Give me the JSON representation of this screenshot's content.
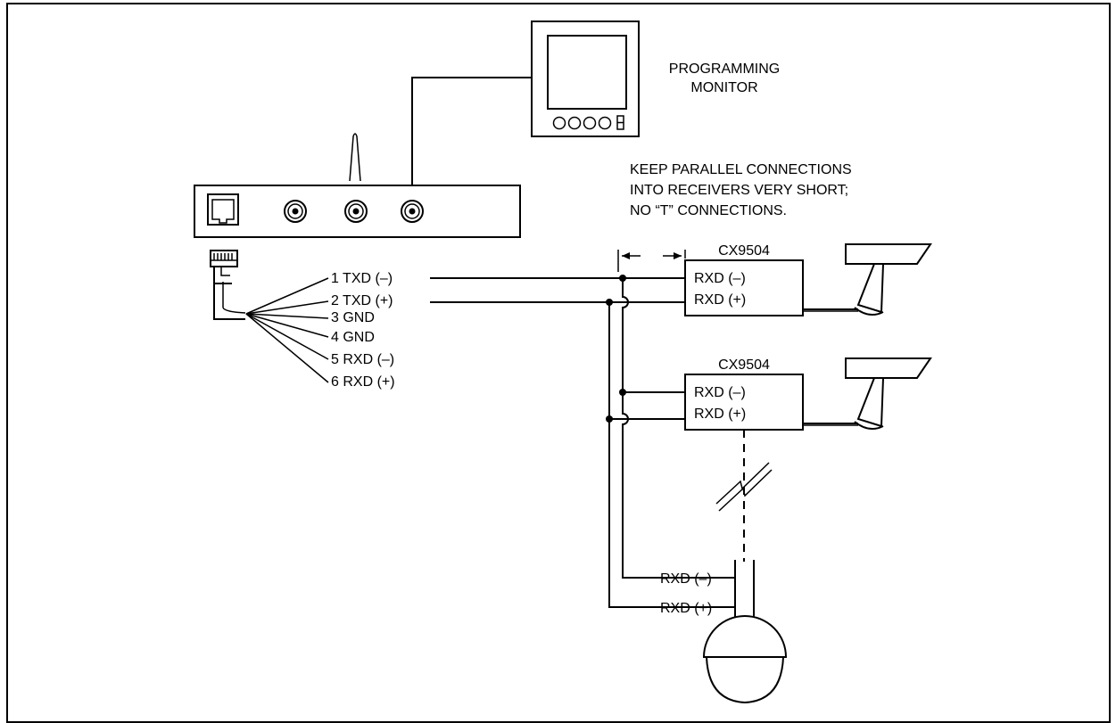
{
  "monitor": {
    "label_line1": "PROGRAMMING",
    "label_line2": "MONITOR"
  },
  "note": {
    "line1": "KEEP PARALLEL CONNECTIONS",
    "line2": "INTO RECEIVERS VERY SHORT;",
    "line3": "NO “T” CONNECTIONS."
  },
  "connector_pins": [
    "1 TXD (–)",
    "2 TXD (+)",
    "3 GND",
    "4 GND",
    "5 RXD (–)",
    "6 RXD (+)"
  ],
  "receivers": [
    {
      "model": "CX9504",
      "rxd_minus": "RXD (–)",
      "rxd_plus": "RXD (+)"
    },
    {
      "model": "CX9504",
      "rxd_minus": "RXD (–)",
      "rxd_plus": "RXD (+)"
    }
  ],
  "dome": {
    "rxd_minus": "RXD (–)",
    "rxd_plus": "RXD (+)"
  }
}
